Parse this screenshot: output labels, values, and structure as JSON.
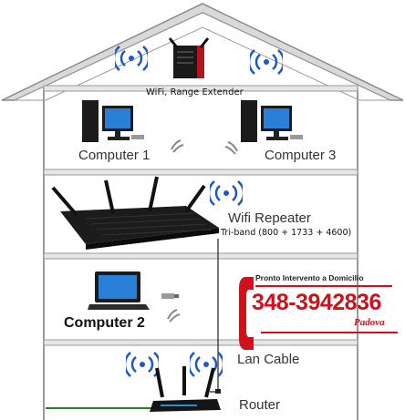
{
  "labels": {
    "extender": "WiFi, Range Extender",
    "computer1": "Computer 1",
    "computer3": "Computer 3",
    "repeater": "Wifi Repeater",
    "triband": "Tri-band (800 + 1733 + 4600)",
    "computer2": "Computer 2",
    "lan_cable": "Lan Cable",
    "router": "Router"
  },
  "phone_ad": {
    "header": "Pronto Intervento a Domicilio",
    "number": "348-3942836",
    "city": "Padova",
    "accent": "#d0101a"
  },
  "colors": {
    "house_stroke": "#8a8a8a",
    "wifi_blue": "#1e58c8",
    "cable_green": "#2e7d2e"
  }
}
